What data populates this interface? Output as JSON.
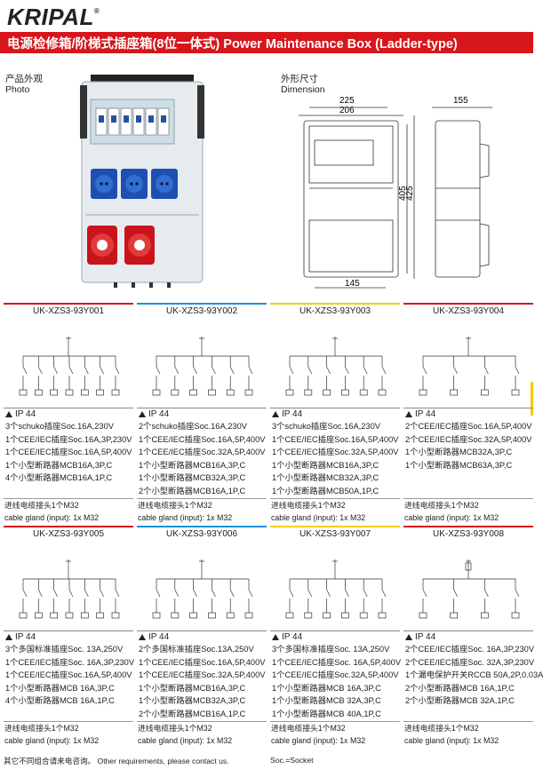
{
  "brand": "KRIPAL",
  "trademark": "®",
  "title": "电源检修箱/阶梯式插座箱(8位一体式) Power Maintenance Box (Ladder-type)",
  "photo_label": {
    "cn": "产品外观",
    "en": "Photo"
  },
  "dim_label": {
    "cn": "外形尺寸",
    "en": "Dimension"
  },
  "dimensions": {
    "d225": "225",
    "d206": "206",
    "d155": "155",
    "d405": "405",
    "d425": "425",
    "d145": "145"
  },
  "models": [
    {
      "name": "UK-XZS3-93Y001",
      "color": "#d7161c",
      "ip": "IP 44",
      "lines": [
        "3个schuko插座Soc.16A,230V",
        "1个CEE/IEC插座Soc.16A,3P,230V",
        "1个CEE/IEC插座Soc.16A,5P,400V",
        "1个小型断路器MCB16A,3P,C",
        "4个小型断路器MCB16A,1P,C"
      ]
    },
    {
      "name": "UK-XZS3-93Y002",
      "color": "#1e90d8",
      "ip": "IP 44",
      "lines": [
        "2个schuko插座Soc.16A,230V",
        "1个CEE/IEC插座Soc.16A,5P,400V",
        "1个CEE/IEC插座Soc.32A,5P,400V",
        "1个小型断路器MCB16A,3P,C",
        "1个小型断路器MCB32A,3P,C",
        "2个小型断路器MCB16A,1P,C"
      ]
    },
    {
      "name": "UK-XZS3-93Y003",
      "color": "#f0d000",
      "ip": "IP 44",
      "lines": [
        "3个schuko插座Soc.16A,230V",
        "1个CEE/IEC插座Soc.16A,5P,400V",
        "1个CEE/IEC插座Soc.32A,5P,400V",
        "1个小型断路器MCB16A,3P,C",
        "1个小型断路器MCB32A,3P,C",
        "1个小型断路器MCB50A,1P,C"
      ]
    },
    {
      "name": "UK-XZS3-93Y004",
      "color": "#d7161c",
      "ip": "IP 44",
      "lines": [
        "2个CEE/IEC插座Soc.16A,5P,400V",
        "2个CEE/IEC插座Soc.32A,5P,400V",
        "1个小型断路器MCB32A,3P,C",
        "1个小型断路器MCB63A,3P,C"
      ]
    },
    {
      "name": "UK-XZS3-93Y005",
      "color": "#d7161c",
      "ip": "IP 44",
      "lines": [
        "3个多国标准插座Soc. 13A,250V",
        "1个CEE/IEC插座Soc. 16A,3P,230V",
        "1个CEE/IEC插座Soc.16A,5P,400V",
        "1个小型断路器MCB 16A,3P,C",
        "4个小型断路器MCB 16A,1P,C"
      ]
    },
    {
      "name": "UK-XZS3-93Y006",
      "color": "#1e90d8",
      "ip": "IP 44",
      "lines": [
        "2个多国标准插座Soc.13A,250V",
        "1个CEE/IEC插座Soc.16A,5P,400V",
        "1个CEE/IEC插座Soc.32A,5P,400V",
        "1个小型断路器MCB16A,3P,C",
        "1个小型断路器MCB32A,3P,C",
        "2个小型断路器MCB16A,1P,C"
      ]
    },
    {
      "name": "UK-XZS3-93Y007",
      "color": "#f0d000",
      "ip": "IP 44",
      "lines": [
        "3个多国标准插座Soc. 13A,250V",
        "1个CEE/IEC插座Soc. 16A,5P,400V",
        "1个CEE/IEC插座Soc.32A,5P,400V",
        "1个小型断路器MCB 16A,3P,C",
        "1个小型断路器MCB 32A,3P,C",
        "1个小型断路器MCB 40A,1P,C"
      ]
    },
    {
      "name": "UK-XZS3-93Y008",
      "color": "#d7161c",
      "ip": "IP 44",
      "lines": [
        "2个CEE/IEC插座Soc. 16A,3P,230V",
        "2个CEE/IEC插座Soc. 32A,3P,230V",
        "1个漏电保护开关RCCB 50A,2P,0.03A",
        "2个小型断路器MCB 16A,1P,C",
        "2个小型断路器MCB 32A,1P,C"
      ]
    }
  ],
  "gland": {
    "cn": "进线电缆接头1个M32",
    "en": "cable gland (input): 1x M32"
  },
  "footer": {
    "left": "其它不同组合请来电咨询。 Other requirements, please contact us.",
    "mid": "Soc.=Socket"
  },
  "colors": {
    "brand_red": "#d7161c",
    "blue": "#1e90d8",
    "yellow": "#f0d000"
  }
}
